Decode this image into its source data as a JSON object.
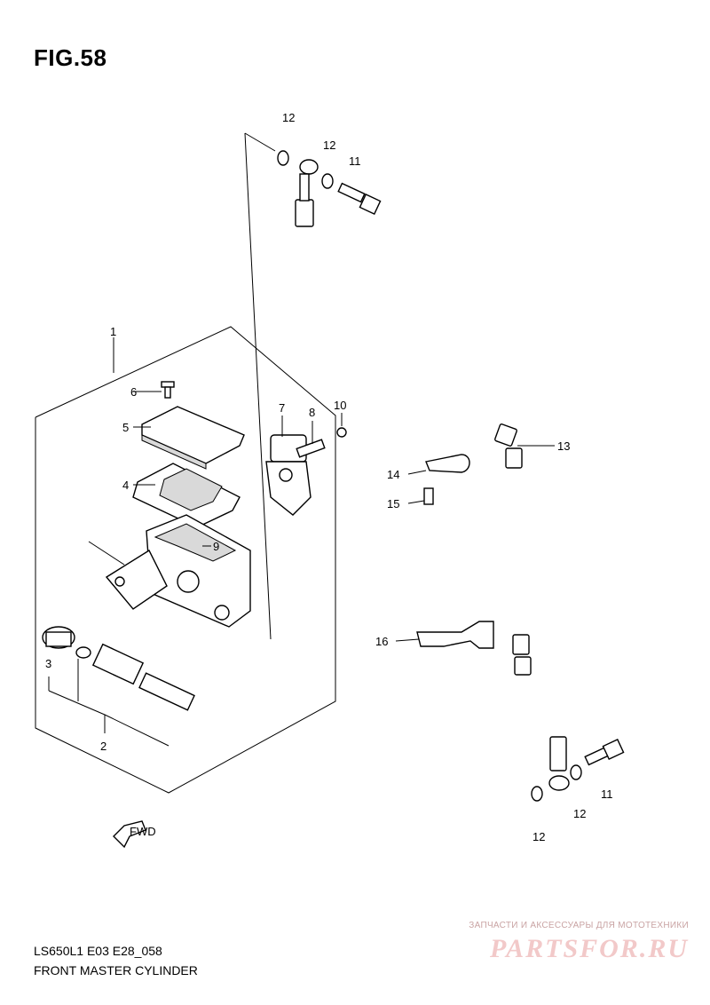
{
  "figure": {
    "title": "FIG.58",
    "model_code": "LS650L1 E03 E28_058",
    "name": "FRONT MASTER CYLINDER"
  },
  "fwd_label": "FWD",
  "callouts": {
    "c1": "1",
    "c2": "2",
    "c3": "3",
    "c4": "4",
    "c5": "5",
    "c6": "6",
    "c7": "7",
    "c8": "8",
    "c9": "9",
    "c10": "10",
    "c11a": "11",
    "c11b": "11",
    "c12a": "12",
    "c12b": "12",
    "c12c": "12",
    "c12d": "12",
    "c13": "13",
    "c14": "14",
    "c15": "15",
    "c16": "16"
  },
  "watermark": {
    "tagline": "ЗАПЧАСТИ И АКСЕССУАРЫ ДЛЯ МОТОТЕХНИКИ",
    "logo": "PARTSFOR.RU"
  }
}
